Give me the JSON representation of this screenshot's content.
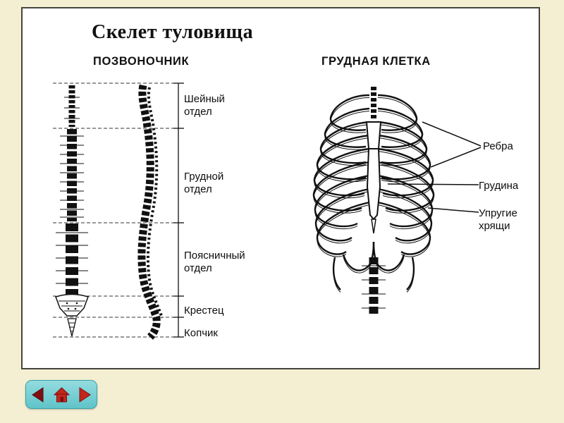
{
  "slide": {
    "title": "Скелет туловища"
  },
  "spine_section": {
    "heading": "ПОЗВОНОЧНИК",
    "labels": {
      "cervical": "Шейный отдел",
      "thoracic": "Грудной отдел",
      "lumbar": "Поясничный отдел",
      "sacrum": "Крестец",
      "coccyx": "Копчик"
    }
  },
  "ribcage_section": {
    "heading": "ГРУДНАЯ КЛЕТКА",
    "labels": {
      "ribs": "Ребра",
      "sternum": "Грудина",
      "cartilage": "Упругие хрящи"
    }
  },
  "navigation": {
    "back": {
      "icon": "back-arrow-icon"
    },
    "home": {
      "icon": "home-icon"
    },
    "forward": {
      "icon": "forward-arrow-icon"
    }
  },
  "colors": {
    "background": "#F4EFD3",
    "panel": "#FFFFFF",
    "panel_border": "#45453F",
    "ink": "#111111",
    "nav_teal": "#5FC4C8",
    "nav_red": "#C3271B",
    "nav_dark_red": "#7E1012"
  }
}
